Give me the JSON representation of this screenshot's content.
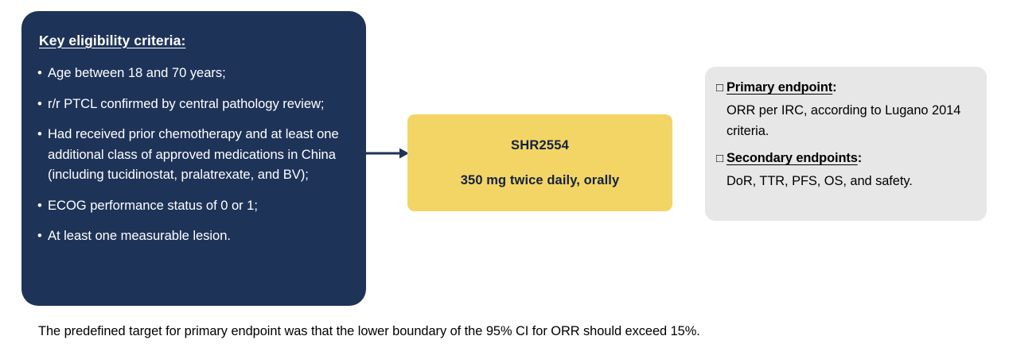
{
  "eligibility": {
    "heading": "Key eligibility criteria:",
    "bullet_glyph": "•",
    "items": [
      "Age between 18 and 70 years;",
      "r/r PTCL confirmed by central pathology review;",
      "Had received prior chemotherapy and at least one additional class of approved medications in China (including tucidinostat, pralatrexate, and BV);",
      "ECOG performance status of 0 or 1;",
      "At least one measurable lesion."
    ]
  },
  "treatment": {
    "name": "SHR2554",
    "dose": "350 mg twice daily, orally"
  },
  "endpoints": {
    "checkbox_glyph": "□",
    "primary": {
      "heading": "Primary endpoint",
      "heading_suffix": ":",
      "text": "ORR per IRC, according to Lugano 2014 criteria."
    },
    "secondary": {
      "heading": "Secondary endpoints",
      "heading_suffix": ":",
      "text": "DoR, TTR, PFS, OS, and safety."
    }
  },
  "footnote": {
    "text": "The predefined target for primary endpoint was that the lower boundary of the 95% CI for ORR should exceed 15%."
  },
  "colors": {
    "navy": "#1e3358",
    "yellow": "#f2d564",
    "grey": "#e7e7e7",
    "arrow": "#1e3358",
    "text_dark": "#14213d"
  }
}
